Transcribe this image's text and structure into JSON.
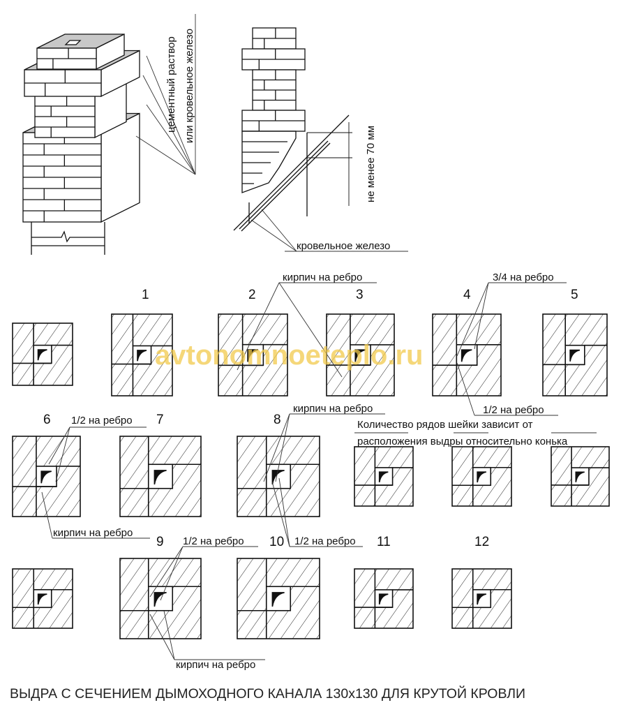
{
  "labels": {
    "cement": "цементный раствор",
    "roof_iron_or": "или кровельное железо",
    "min_70": "не менее 70 мм",
    "roof_iron": "кровельное железо",
    "brick_edge": "кирпич на ребро",
    "three_quarter_edge": "3/4 на ребро",
    "half_edge": "1/2 на ребро",
    "note_line1": "Количество рядов шейки зависит от",
    "note_line2": "расположения выдры относительно конька"
  },
  "plan_numbers": [
    "1",
    "2",
    "3",
    "4",
    "5",
    "6",
    "7",
    "8",
    "9",
    "10",
    "11",
    "12"
  ],
  "watermark": "avtonomnoeteplo.ru",
  "caption": "ВЫДРА С СЕЧЕНИЕМ ДЫМОХОДНОГО КАНАЛА 130х130 ДЛЯ КРУТОЙ КРОВЛИ",
  "colors": {
    "line": "#111111",
    "mortar": "#c8c8c8",
    "watermark": "#f2c94c"
  }
}
